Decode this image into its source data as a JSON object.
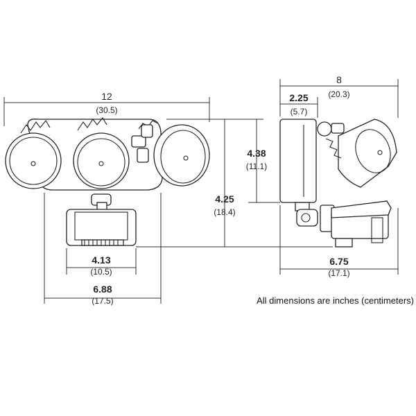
{
  "dimensions": {
    "width_total": {
      "value": "12",
      "cm": "(30.5)"
    },
    "depth_total": {
      "value": "8",
      "cm": "(20.3)"
    },
    "mount_offset": {
      "value": "2.25",
      "cm": "(5.7)"
    },
    "head_height": {
      "value": "4.38",
      "cm": "(11.1)"
    },
    "total_height": {
      "value": "4.25",
      "cm": "(18.4)"
    },
    "sensor_width": {
      "value": "4.13",
      "cm": "(10.5)"
    },
    "base_width": {
      "value": "6.88",
      "cm": "(17.5)"
    },
    "sensor_depth": {
      "value": "6.75",
      "cm": "(17.1)"
    }
  },
  "note": "All dimensions are inches (centimeters)",
  "colors": {
    "line": "#333333",
    "fill": "#ffffff"
  }
}
